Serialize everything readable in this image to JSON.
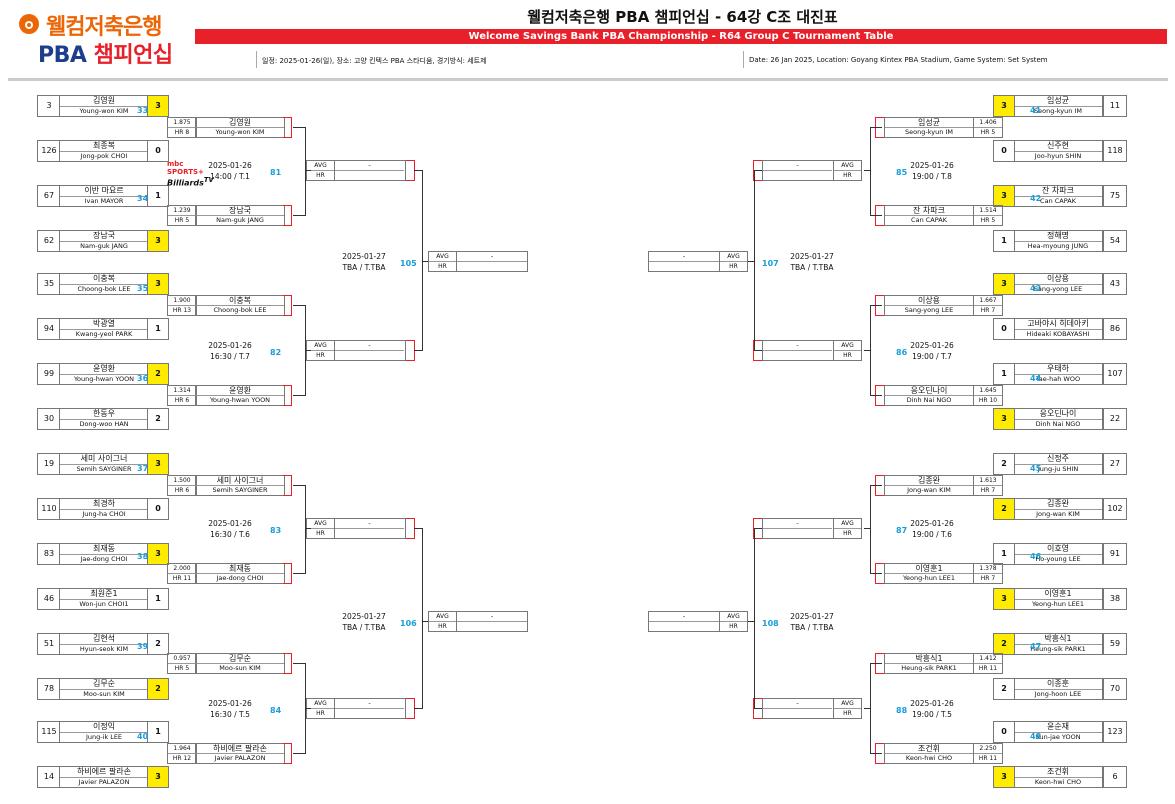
{
  "header": {
    "logo_kr": "웰컴저축은행",
    "logo_en_pba": "PBA",
    "logo_en_champ": "챔피언십",
    "title": "웰컴저축은행 PBA 챔피언십 - 64강 C조 대진표",
    "subtitle": "Welcome Savings Bank PBA Championship - R64 Group C Tournament Table",
    "info_kr": "일정: 2025-01-26(일), 장소: 고양 킨텍스 PBA 스타디움, 경기방식: 세트제",
    "info_en": "Date: 26 Jan 2025, Location: Goyang Kintex PBA Stadium, Game System: Set System"
  },
  "colors": {
    "accent_red": "#e8202a",
    "winner_yellow": "#ffec00",
    "match_blue": "#1a9ed9",
    "brand_orange": "#ec6608",
    "brand_navy": "#1d3d8f"
  },
  "labels": {
    "avg": "AVG",
    "hr": "HR",
    "dash": "-"
  },
  "broadcaster": {
    "mbc": "mbc",
    "sports": "SPORTS+",
    "billiards": "Billiards",
    "tv": "TV"
  },
  "left_r1": [
    {
      "seed": "3",
      "kr": "김영원",
      "en": "Young-won KIM",
      "score": "3",
      "win": true
    },
    {
      "seed": "126",
      "kr": "최종복",
      "en": "Jong-pok CHOI",
      "score": "0",
      "win": false
    },
    {
      "seed": "67",
      "kr": "이반 마요르",
      "en": "Ivan MAYOR",
      "score": "1",
      "win": false
    },
    {
      "seed": "62",
      "kr": "장남국",
      "en": "Nam-guk JANG",
      "score": "3",
      "win": true
    },
    {
      "seed": "35",
      "kr": "이충복",
      "en": "Choong-bok LEE",
      "score": "3",
      "win": true
    },
    {
      "seed": "94",
      "kr": "박광열",
      "en": "Kwang-yeol PARK",
      "score": "1",
      "win": false
    },
    {
      "seed": "99",
      "kr": "윤영환",
      "en": "Young-hwan YOON",
      "score": "2",
      "win": true
    },
    {
      "seed": "30",
      "kr": "한동우",
      "en": "Dong-woo HAN",
      "score": "2",
      "win": false
    },
    {
      "seed": "19",
      "kr": "세미 사이그너",
      "en": "Semih SAYGINER",
      "score": "3",
      "win": true
    },
    {
      "seed": "110",
      "kr": "최경하",
      "en": "Jung-ha CHOI",
      "score": "0",
      "win": false
    },
    {
      "seed": "83",
      "kr": "최재동",
      "en": "Jae-dong CHOI",
      "score": "3",
      "win": true
    },
    {
      "seed": "46",
      "kr": "최원준1",
      "en": "Won-jun CHOI1",
      "score": "1",
      "win": false
    },
    {
      "seed": "51",
      "kr": "김현석",
      "en": "Hyun-seok KIM",
      "score": "2",
      "win": false
    },
    {
      "seed": "78",
      "kr": "김무순",
      "en": "Moo-sun KIM",
      "score": "2",
      "win": true
    },
    {
      "seed": "115",
      "kr": "이정익",
      "en": "Jung-ik LEE",
      "score": "1",
      "win": false
    },
    {
      "seed": "14",
      "kr": "하비에르 팔라손",
      "en": "Javier PALAZON",
      "score": "3",
      "win": true
    }
  ],
  "right_r1": [
    {
      "seed": "11",
      "kr": "임성균",
      "en": "Seong-kyun IM",
      "score": "3",
      "win": true
    },
    {
      "seed": "118",
      "kr": "신주현",
      "en": "Joo-hyun SHIN",
      "score": "0",
      "win": false
    },
    {
      "seed": "75",
      "kr": "잔 차파크",
      "en": "Can CAPAK",
      "score": "3",
      "win": true
    },
    {
      "seed": "54",
      "kr": "정해명",
      "en": "Hea-myoung JUNG",
      "score": "1",
      "win": false
    },
    {
      "seed": "43",
      "kr": "이상용",
      "en": "Sang-yong LEE",
      "score": "3",
      "win": true
    },
    {
      "seed": "86",
      "kr": "고바야시 히데아키",
      "en": "Hideaki KOBAYASHI",
      "score": "0",
      "win": false
    },
    {
      "seed": "107",
      "kr": "우태하",
      "en": "Tae-hah WOO",
      "score": "1",
      "win": false
    },
    {
      "seed": "22",
      "kr": "응오딘나이",
      "en": "Dinh Nai NGO",
      "score": "3",
      "win": true
    },
    {
      "seed": "27",
      "kr": "신정주",
      "en": "Jung-ju SHIN",
      "score": "2",
      "win": false
    },
    {
      "seed": "102",
      "kr": "김종완",
      "en": "Jong-wan KIM",
      "score": "2",
      "win": true
    },
    {
      "seed": "91",
      "kr": "이호영",
      "en": "Ho-young LEE",
      "score": "1",
      "win": false
    },
    {
      "seed": "38",
      "kr": "이영훈1",
      "en": "Yeong-hun LEE1",
      "score": "3",
      "win": true
    },
    {
      "seed": "59",
      "kr": "박흥식1",
      "en": "Heung-sik PARK1",
      "score": "2",
      "win": true
    },
    {
      "seed": "70",
      "kr": "이종훈",
      "en": "Jong-hoon LEE",
      "score": "2",
      "win": false
    },
    {
      "seed": "123",
      "kr": "윤순재",
      "en": "Sun-jae YOON",
      "score": "0",
      "win": false
    },
    {
      "seed": "6",
      "kr": "조건휘",
      "en": "Keon-hwi CHO",
      "score": "3",
      "win": true
    }
  ],
  "left_r2": [
    {
      "match": "33",
      "avg": "1.875",
      "hr": "HR 8",
      "kr": "김영원",
      "en": "Young-won KIM"
    },
    {
      "match": "34",
      "avg": "1.239",
      "hr": "HR 5",
      "kr": "장남국",
      "en": "Nam-guk JANG"
    },
    {
      "match": "35",
      "avg": "1.900",
      "hr": "HR 13",
      "kr": "이충복",
      "en": "Choong-bok LEE"
    },
    {
      "match": "36",
      "avg": "1.314",
      "hr": "HR 6",
      "kr": "윤영환",
      "en": "Young-hwan YOON"
    },
    {
      "match": "37",
      "avg": "1.500",
      "hr": "HR 6",
      "kr": "세미 사이그너",
      "en": "Semih SAYGINER"
    },
    {
      "match": "38",
      "avg": "2.000",
      "hr": "HR 11",
      "kr": "최재동",
      "en": "Jae-dong CHOI"
    },
    {
      "match": "39",
      "avg": "0.957",
      "hr": "HR 5",
      "kr": "김무순",
      "en": "Moo-sun KIM"
    },
    {
      "match": "40",
      "avg": "1.964",
      "hr": "HR 12",
      "kr": "하비에르 팔라손",
      "en": "Javier PALAZON"
    }
  ],
  "right_r2": [
    {
      "match": "41",
      "avg": "1.406",
      "hr": "HR 5",
      "kr": "임성균",
      "en": "Seong-kyun IM"
    },
    {
      "match": "42",
      "avg": "1.514",
      "hr": "HR 5",
      "kr": "잔 차파크",
      "en": "Can CAPAK"
    },
    {
      "match": "43",
      "avg": "1.667",
      "hr": "HR 7",
      "kr": "이상용",
      "en": "Sang-yong LEE"
    },
    {
      "match": "44",
      "avg": "1.645",
      "hr": "HR 10",
      "kr": "응오딘나이",
      "en": "Dinh Nai NGO"
    },
    {
      "match": "45",
      "avg": "1.613",
      "hr": "HR 7",
      "kr": "김종완",
      "en": "Jong-wan KIM"
    },
    {
      "match": "46",
      "avg": "1.378",
      "hr": "HR 7",
      "kr": "이영훈1",
      "en": "Yeong-hun LEE1"
    },
    {
      "match": "47",
      "avg": "1.412",
      "hr": "HR 11",
      "kr": "박흥식1",
      "en": "Heung-sik PARK1"
    },
    {
      "match": "48",
      "avg": "2.250",
      "hr": "HR 11",
      "kr": "조건휘",
      "en": "Keon-hwi CHO"
    }
  ],
  "left_r3": [
    {
      "match": "81",
      "date": "2025-01-26",
      "time": "14:00 / T.1"
    },
    {
      "match": "82",
      "date": "2025-01-26",
      "time": "16:30 / T.7"
    },
    {
      "match": "83",
      "date": "2025-01-26",
      "time": "16:30 / T.6"
    },
    {
      "match": "84",
      "date": "2025-01-26",
      "time": "16:30 / T.5"
    }
  ],
  "right_r3": [
    {
      "match": "85",
      "date": "2025-01-26",
      "time": "19:00 / T.8"
    },
    {
      "match": "86",
      "date": "2025-01-26",
      "time": "19:00 / T.7"
    },
    {
      "match": "87",
      "date": "2025-01-26",
      "time": "19:00 / T.6"
    },
    {
      "match": "88",
      "date": "2025-01-26",
      "time": "19:00 / T.5"
    }
  ],
  "left_r4": [
    {
      "match": "105",
      "date": "2025-01-27",
      "time": "TBA / T.TBA"
    },
    {
      "match": "106",
      "date": "2025-01-27",
      "time": "TBA / T.TBA"
    }
  ],
  "right_r4": [
    {
      "match": "107",
      "date": "2025-01-27",
      "time": "TBA / T.TBA"
    },
    {
      "match": "108",
      "date": "2025-01-27",
      "time": "TBA / T.TBA"
    }
  ]
}
